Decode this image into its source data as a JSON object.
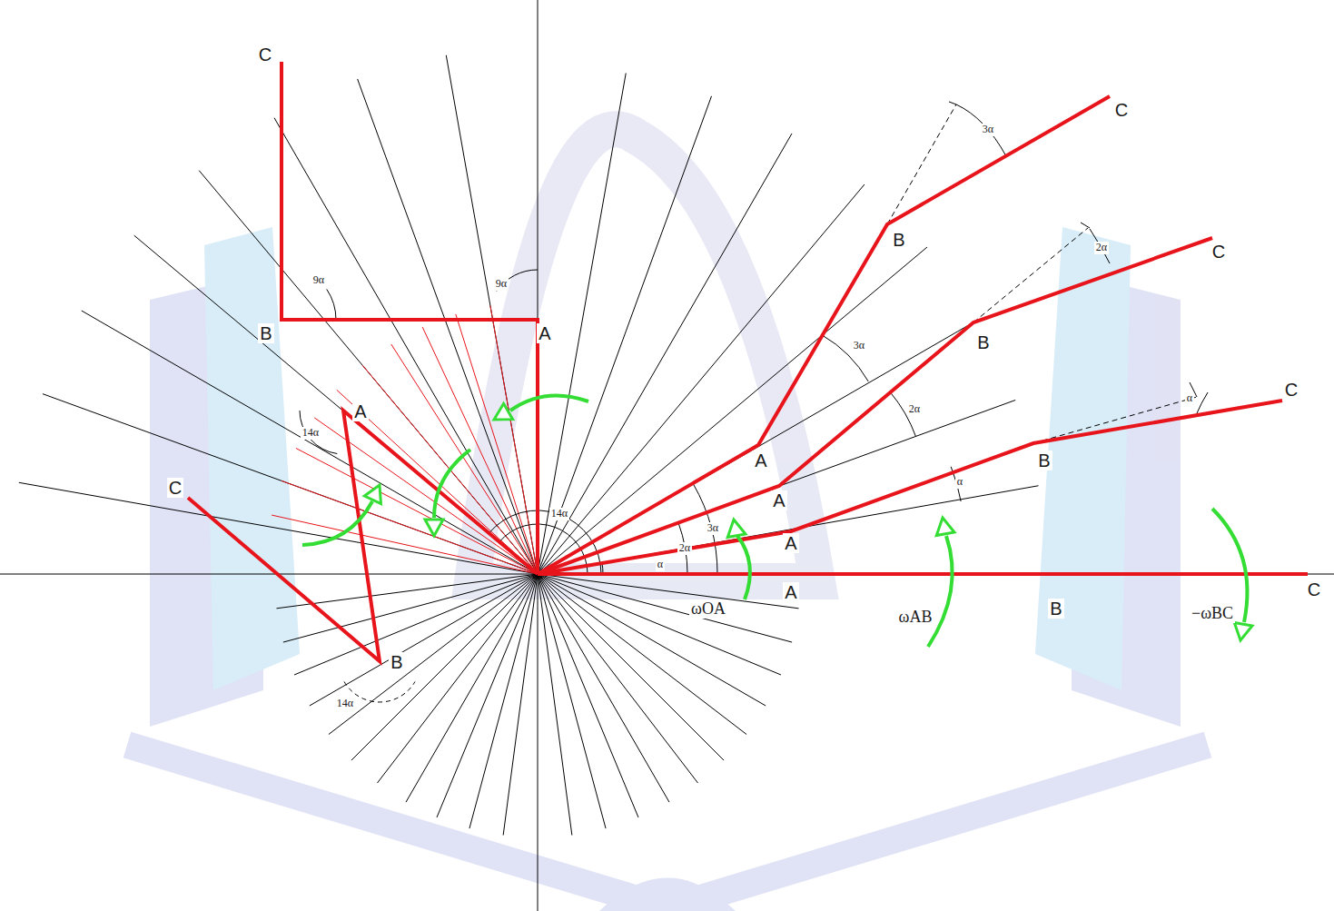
{
  "diagram": {
    "labels": [
      "C",
      "B",
      "A",
      "9α",
      "9α",
      "A",
      "14α",
      "C",
      "B",
      "14α",
      "14α",
      "C",
      "3α",
      "B",
      "C",
      "2α",
      "3α",
      "B",
      "2α",
      "C",
      "α",
      "B",
      "α",
      "A",
      "A",
      "A",
      "3α",
      "2α",
      "α",
      "A",
      "ωOA",
      "B",
      "ωAB",
      "C",
      "−ωBC"
    ]
  }
}
